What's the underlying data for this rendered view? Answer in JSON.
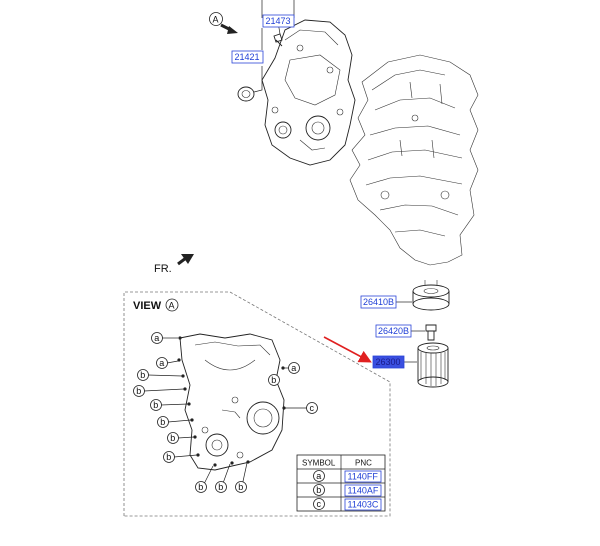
{
  "view_marker": "A",
  "direction_label": "FR.",
  "view_title": "VIEW",
  "pnc_labels": {
    "p21473": "21473",
    "p21421": "21421",
    "p26410B": "26410B",
    "p26420B": "26420B",
    "p26300": "26300"
  },
  "symbol_table": {
    "header_symbol": "SYMBOL",
    "header_pnc": "PNC",
    "rows": [
      {
        "symbol": "a",
        "pnc": "1140FF"
      },
      {
        "symbol": "b",
        "pnc": "1140AF"
      },
      {
        "symbol": "c",
        "pnc": "11403C"
      }
    ]
  },
  "callout_letters": {
    "a": "a",
    "b": "b",
    "c": "c"
  },
  "colors": {
    "pnc_text": "#1f3fd6",
    "pnc_border": "#2a44d8",
    "highlight_bg": "#3a4fe0",
    "highlight_text": "#1a1a8a",
    "arrow": "#e02020"
  }
}
